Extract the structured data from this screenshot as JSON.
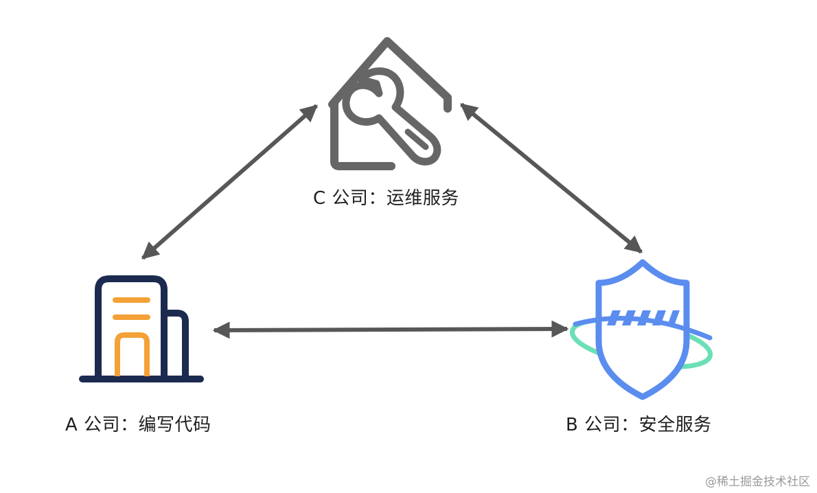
{
  "nodes": {
    "c": {
      "label": "C 公司：运维服务",
      "icon": "house-wrench-icon"
    },
    "a": {
      "label": "A 公司：编写代码",
      "icon": "office-building-icon"
    },
    "b": {
      "label": "B 公司：安全服务",
      "icon": "security-shield-icon"
    }
  },
  "edges": [
    {
      "from": "a",
      "to": "c",
      "type": "bidirectional"
    },
    {
      "from": "c",
      "to": "b",
      "type": "bidirectional"
    },
    {
      "from": "a",
      "to": "b",
      "type": "bidirectional"
    }
  ],
  "colors": {
    "arrow": "#575757",
    "wrench_icon": "#666666",
    "building_outline": "#1b2a4e",
    "building_accent": "#f4a137",
    "shield": "#5b8def",
    "ring": "#6be0b5"
  },
  "watermark": "@稀土掘金技术社区"
}
